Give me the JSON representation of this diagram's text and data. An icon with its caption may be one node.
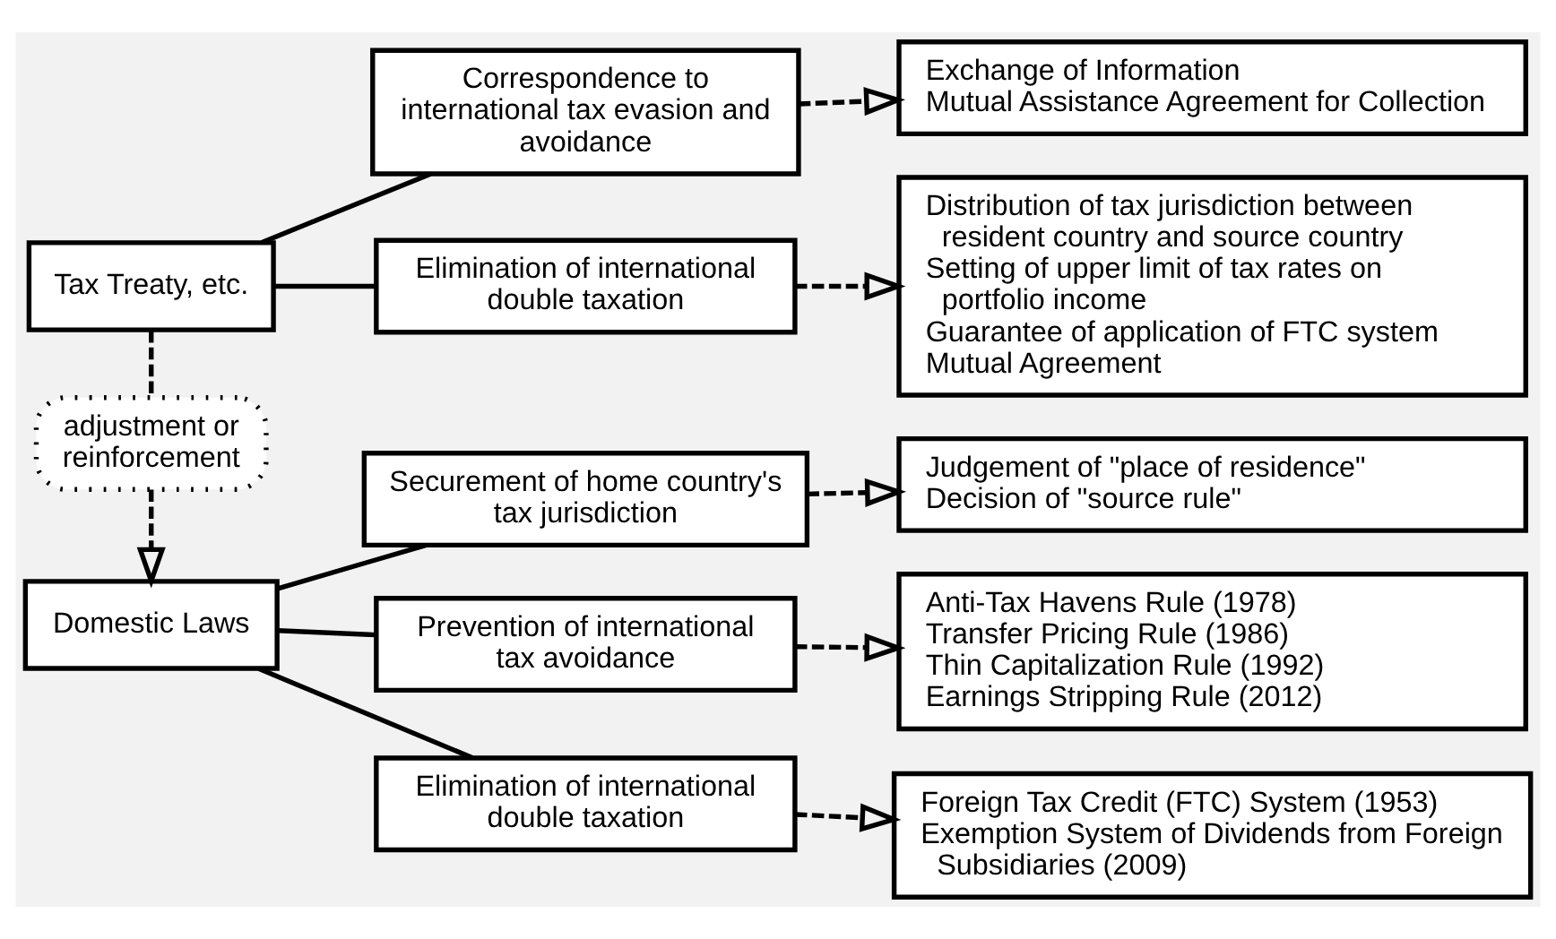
{
  "diagram": {
    "nodes": [
      {
        "text": [
          "Domestic Laws"
        ]
      },
      {
        "text": [
          "Securement of home country's tax jurisdiction"
        ]
      },
      {
        "text": [
          "Prevention of international tax avoidance"
        ]
      },
      {
        "text": [
          "Elimination of international double taxation"
        ]
      },
      {
        "text": [
          "Judgement of \"place of residence\"",
          "Decision of \"source rule\""
        ]
      },
      {
        "text": [
          "Anti-Tax Havens Rule (1978)",
          "Transfer Pricing Rule (1986)",
          "Thin Capitalization Rule (1992)",
          "Earnings Stripping Rule (2012)"
        ]
      },
      {
        "text": [
          "Foreign Tax Credit (FTC) System (1953)",
          "Exemption System of Dividends from Foreign Subsidiaries (2009)"
        ]
      },
      {
        "text": [
          "adjustment or reinforcement"
        ]
      },
      {
        "text": [
          "Tax Treaty, etc."
        ]
      },
      {
        "text": [
          "Elimination of international double taxation"
        ]
      },
      {
        "text": [
          "Correspondence to international tax evasion and avoidance"
        ]
      },
      {
        "text": [
          "Distribution of tax jurisdiction between resident country and source country",
          "Setting of upper limit of tax rates on portfolio income",
          "Guarantee of application of FTC system",
          "Mutual Agreement"
        ]
      },
      {
        "text": [
          "Exchange of Information",
          "Mutual Assistance Agreement for Collection"
        ]
      }
    ],
    "edges": [
      {
        "from": 0,
        "to": 1,
        "arrow": "none"
      },
      {
        "from": 0,
        "to": 2,
        "arrow": "none"
      },
      {
        "from": 0,
        "to": 3,
        "arrow": "none"
      },
      {
        "from": 1,
        "to": 4,
        "arrow": "to",
        "style": "dashed"
      },
      {
        "from": 2,
        "to": 5,
        "arrow": "to",
        "style": "dashed"
      },
      {
        "from": 3,
        "to": 6,
        "arrow": "to",
        "style": "dashed"
      },
      {
        "from": 7,
        "to": 0,
        "arrow": "to",
        "style": "dashed"
      },
      {
        "from": 8,
        "to": 7,
        "arrow": "none",
        "style": "dashed"
      },
      {
        "from": 8,
        "to": 9,
        "arrow": "none"
      },
      {
        "from": 8,
        "to": 10,
        "arrow": "none"
      },
      {
        "from": 9,
        "to": 11,
        "arrow": "to",
        "style": "dashed"
      },
      {
        "from": 10,
        "to": 12,
        "arrow": "to",
        "style": "dashed"
      }
    ]
  }
}
